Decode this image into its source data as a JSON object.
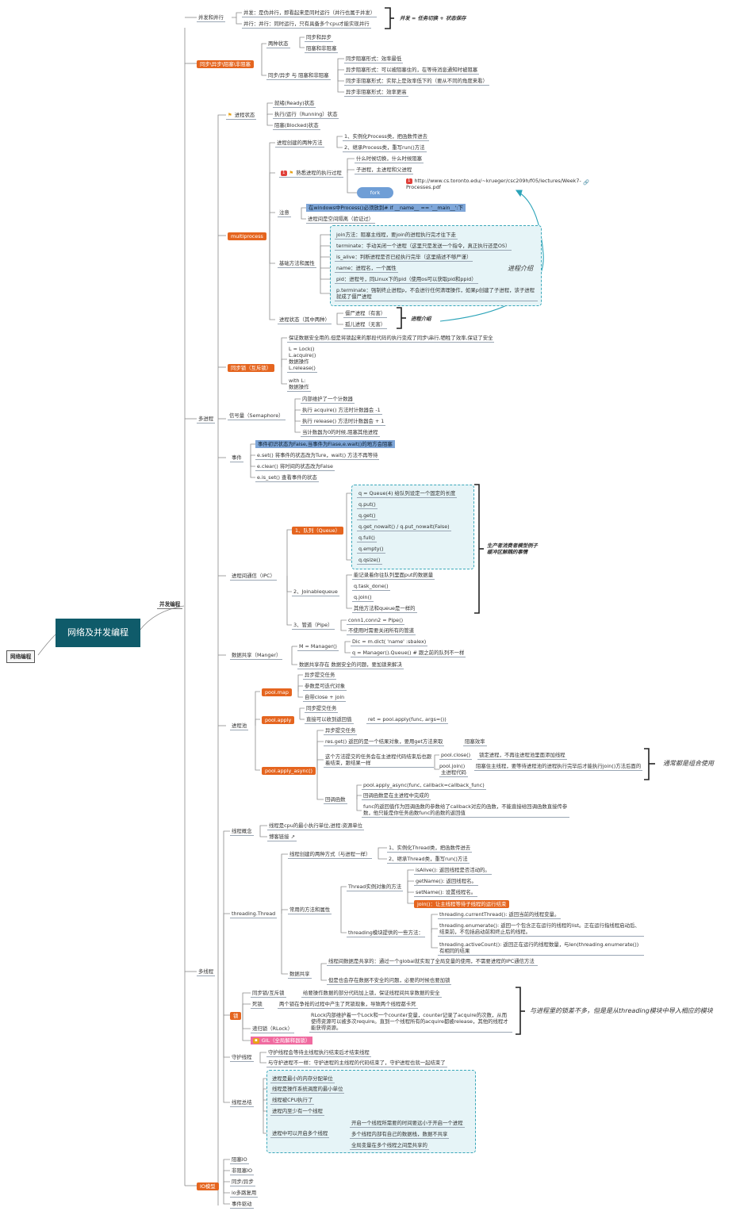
{
  "main_topic": "网络及并发编程",
  "root_label": "网络编程",
  "branch": "并发编程",
  "concurrency": {
    "label": "并发和并行",
    "concurrent": "并发：是伪并行，即看起来是同时运行（并行也属于并发）",
    "parallel": "并行：并行：同时运行，只有具备多个cpu才能实现并行",
    "summary": "并发 = 任务切换 + 状态保存"
  },
  "sync": {
    "label": "同步\\异步\\阻塞\\非阻塞",
    "two_states": "两种状态",
    "state_a": "同步和异步",
    "state_b": "阻塞和非阻塞",
    "combo": "同步/异步 与 阻塞和非阻塞",
    "forms": [
      "同步阻塞形式：效率最低",
      "异步阻塞形式：可以被阻塞住的，在等待消息通知时被阻塞",
      "同步非阻塞形式：实际上是效率低下的（要从不同的角度来看）",
      "异步非阻塞形式：效率更高"
    ]
  },
  "multiprocess": {
    "label": "多进程",
    "state": {
      "label": "进程状态",
      "items": [
        "就绪(Ready)状态",
        "执行/运行（Running）状态",
        "阻塞(Blocked)状态"
      ]
    },
    "mp": {
      "label": "multiprocess",
      "create": "进程创建的两种方法",
      "create_items": [
        "1、实例化Process类，把函数传进去",
        "2、继承Process类，重写run()方法"
      ],
      "exec_badge": "1",
      "exec": "熟悉进程的执行过程",
      "exec_items": [
        "什么时候切换，什么时候阻塞",
        "子进程，主进程和父进程"
      ],
      "fork": "fork",
      "link_badge": "1",
      "link": "http://www.cs.toronto.edu/~krueger/csc209h/f05/lectures/Week7-Processes.pdf",
      "note": "注意",
      "note_items": [
        "在windows中Process()必须放到# if __name__ == '__main__':下",
        "进程间是空间隔离（验证过）"
      ],
      "basic": "基础方法和属性",
      "basic_items": [
        "join方法：阻塞主线程，要join的进程执行完才往下走",
        "terminate：手动关闭一个进程（这里只是发送一个指令，真正执行还是OS）",
        "is_alive：判断进程是否已经执行完毕（这里描述不够严谨）",
        "name：进程名，一个属性",
        "pid：进程号，同Linux下的pid（使用os可以获取pid和ppid）",
        "p.terminate：强制终止进程p，不会进行任何清理操作，如果p创建了子进程，该子进程就成了僵尸进程"
      ],
      "state_label": "进程状态（其中两种）",
      "state_items": [
        "僵尸进程（有害）",
        "孤儿进程（无害）"
      ],
      "intro1": "进程介绍",
      "intro2": "进程介绍"
    },
    "lock": {
      "label": "同步锁（互斥锁）",
      "desc": "保证数据安全用的,但是将锁起来的那段代码的执行变成了同步\\串行,牺牲了效率,保证了安全",
      "code1": [
        "L = Lock()",
        "L.acquire()",
        "数据操作",
        "L.release()"
      ],
      "code2": [
        "with L:",
        "   数据操作"
      ]
    },
    "sem": {
      "label": "信号量（Semaphore）",
      "items": [
        "内部维护了一个计数器",
        "执行 acquire() 方法时计数器会 -1",
        "执行 release() 方法时计数器会 + 1",
        "当计数器为0的时候,阻塞其他进程"
      ]
    },
    "event": {
      "label": "事件",
      "items": [
        "事件初识状态为False,当事件为Flase,e.wait()的地方会阻塞",
        "e.set()    将事件的状态改为Ture，wait() 方法不再等待",
        "e.clear()     将时间的状态改为False",
        "e.is_set()       查看事件的状态"
      ]
    },
    "ipc": {
      "label": "进程间通信（IPC）",
      "queue": "1、队列（Queue）",
      "queue_items": [
        "q = Queue(4)       给队列设定一个固定的长度",
        "q.put()",
        "q.get()",
        "q.get_nowait() / q.put_nowait(False)",
        "q.full()",
        "q.empty()",
        "q.qsize()"
      ],
      "jq": "2、Joinablequeue",
      "jq_items": [
        "能记录着你往队列里面put的数据量",
        "q.task_done()",
        "q.join()",
        "其他方法和queue是一样的"
      ],
      "pipe": "3、管道（Pipe）",
      "pipe_items": [
        "conn1,conn2 = Pipe()",
        "不使用时需要关闭所有的管道"
      ],
      "note": "生产者消费者模型例子\n缓冲区解耦的事情"
    },
    "share": {
      "label": "数据共享（Manger）",
      "m": "M = Manager()",
      "m_items": [
        "Dic = m.dict(  'name' :sbalex)",
        "q = Manager().Queue()   # 跟之前的队列不一样"
      ],
      "note": "数据共享存在 数据安全的问题，要加锁来解决"
    },
    "pool": {
      "label": "进程池",
      "map": "pool.map",
      "map_items": [
        "异步提交任务",
        "参数是可迭代对象",
        "自带close + join"
      ],
      "apply": "pool.apply",
      "apply_items": [
        "同步提交任务",
        "直接可以收到返回值"
      ],
      "apply_ret": "ret = pool.apply(func, args=())",
      "async": "pool.apply_async()",
      "async_items": [
        "异步提交任务",
        "res.get()     返回的是一个结果对象，要用get方法来取",
        "阻塞效率",
        "这个方法提交的任务会在主进程代码结束后也跟着结束，跟结果一样",
        "回调函数"
      ],
      "close": "pool.close()",
      "close_desc": "锁定进程，不再往进程池里面添加线程",
      "join": "pool.join()",
      "join_desc": "阻塞住主线程，要等待进程池的进程执行完毕后才能执行join()方法后面的",
      "join_sub": "主进程代码",
      "cb_items": [
        "pool.apply_async(func, callback=callback_func)",
        "回调函数是在主进程中完成的",
        "func的返回值作为回调函数的参数给了callback对应的函数，不能直接给回调函数直接传参数，他只能是你任务函数func的函数的返回值"
      ],
      "summary": "通常都是组合使用"
    }
  },
  "multithread": {
    "label": "多线程",
    "concept": "线程概念",
    "concept_items": [
      "线程是cpu的最小执行单位,进程:资源单位",
      "博客链接"
    ],
    "td": "threading.Thread",
    "create": "线程创建的两种方式（与进程一样）",
    "create_items": [
      "1、实例化Thread类，把函数传进去",
      "2、继承Thread类，重写run()方法"
    ],
    "common": "常用的方法和属性",
    "obj": "Thread实例对象的方法",
    "obj_items": [
      "isAlive(): 返回线程是否活动的。",
      "getName(): 返回线程名。",
      "setName(): 设置线程名。",
      "join()：让主线程等待子线程的运行结束"
    ],
    "mod": "threading模块提供的一些方法：",
    "mod_items": [
      "threading.currentThread(): 返回当前的线程变量。",
      "threading.enumerate(): 返回一个包含正在运行的线程的list。正在运行指线程启动后、结束前，不包括启动前和终止后的线程。",
      "threading.activeCount(): 返回正在运行的线程数量，与len(threading.enumerate())有相同的结果"
    ],
    "share": "数据共享",
    "share_items": [
      "线程间数据是共享的：通过一个global就实现了全局变量的使用，不需要进程的IPC通信方法",
      "但是也会存在数据不安全的问题，必要的时候也要加锁"
    ],
    "lock": "锁",
    "lock_items": [
      "同步锁/互斥锁",
      "给要操作数据的部分代码加上锁，保证线程间共享数据的安全",
      "死锁",
      "两个锁在争抢的过程中产生了死锁现象，导致两个线程都卡死",
      "递归锁（RLock）",
      "RLock内部维护着一个Lock和一个counter变量，counter记录了acquire的次数，从而使得资源可以被多次require。直到一个线程所有的acquire都被release，其他的线程才能获得资源。",
      "GIL（全局解释器锁）"
    ],
    "lock_note": "与进程里的锁差不多，但是是从threading模块中导入相应的模块",
    "daemon": "守护线程",
    "daemon_items": [
      "守护线程会等待主线程执行结束后才结束线程",
      "与守护进程不一样：守护进程的主线程的代码结束了，守护进程也就一起结束了"
    ],
    "summary": "线程总结",
    "summary_items": [
      "进程是最小的内存分配单位",
      "线程是操作系统调度的最小单位",
      "线程被CPU执行了",
      "进程内至少有一个线程",
      "进程中可以开启多个线程"
    ],
    "multi_items": [
      "开启一个线程所需要的时间要远小于开启一个进程",
      "多个线程内部有自己的数据栈，数据不共享",
      "全局变量在多个线程之间是共享的"
    ]
  },
  "io": {
    "label": "IO模型",
    "items": [
      "阻塞IO",
      "非阻塞IO",
      "同步/异步",
      "io多路复用",
      "事件驱动"
    ]
  }
}
